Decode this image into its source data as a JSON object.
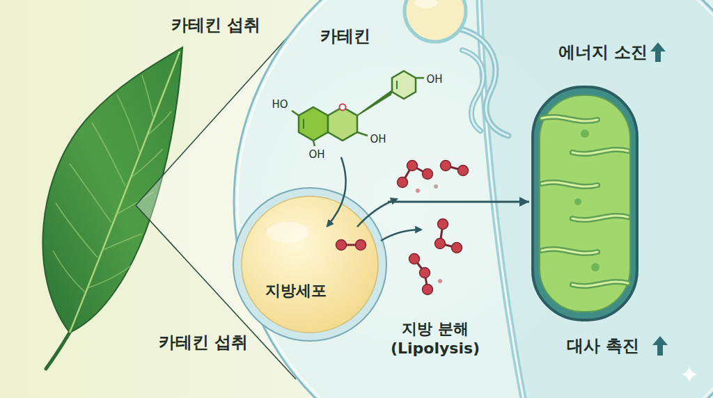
{
  "diagram": {
    "nodes": [
      {
        "text": [
          "카테킨",
          "지방 분해 (Lipolysis)"
        ]
      },
      {
        "text": [
          "지방세포"
        ],
        "in": 0
      },
      {
        "text": [
          "에너지 소진",
          "대사 촉진"
        ],
        "in": 0
      }
    ],
    "edges": [
      {
        "from": 1,
        "to": 2,
        "arrow": "to"
      }
    ],
    "labels": [
      "카테킨 섭취",
      "카테킨 섭취",
      "HO",
      "OH",
      "OH",
      "OH"
    ]
  }
}
